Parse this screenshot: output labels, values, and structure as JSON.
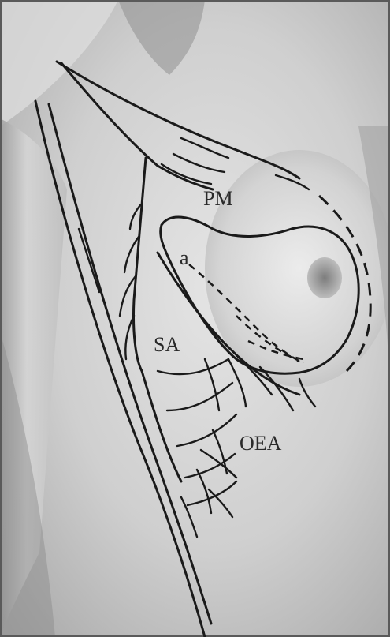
{
  "figure": {
    "labels": {
      "pm": "PM",
      "a": "a",
      "sa": "SA",
      "oea": "OEA"
    }
  },
  "colors": {
    "background": "#ffffff",
    "skin_light": "#ececec",
    "skin_mid": "#c9c9c9",
    "skin_dark": "#9a9a9a",
    "ink": "#1a1a1a"
  }
}
